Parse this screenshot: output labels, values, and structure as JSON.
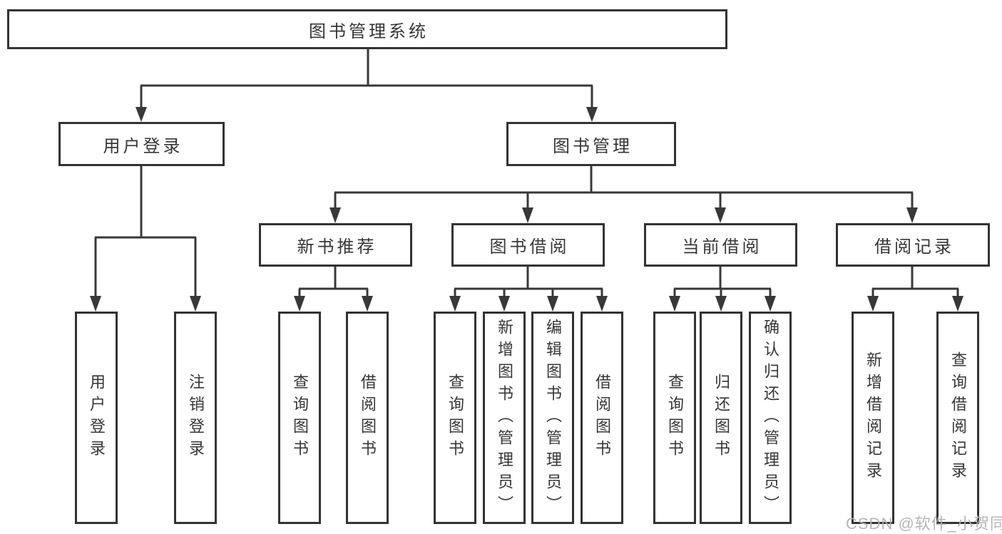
{
  "tree": {
    "label": "图书管理系统",
    "children": [
      {
        "label": "用户登录",
        "children": [
          {
            "label": "用户登录"
          },
          {
            "label": "注销登录"
          }
        ]
      },
      {
        "label": "图书管理",
        "children": [
          {
            "label": "新书推荐",
            "children": [
              {
                "label": "查询图书"
              },
              {
                "label": "借阅图书"
              }
            ]
          },
          {
            "label": "图书借阅",
            "children": [
              {
                "label": "查询图书"
              },
              {
                "label": "新增图书（管理员）"
              },
              {
                "label": "编辑图书（管理员）"
              },
              {
                "label": "借阅图书"
              }
            ]
          },
          {
            "label": "当前借阅",
            "children": [
              {
                "label": "查询图书"
              },
              {
                "label": "归还图书"
              },
              {
                "label": "确认归还（管理员）"
              }
            ]
          },
          {
            "label": "借阅记录",
            "children": [
              {
                "label": "新增借阅记录"
              },
              {
                "label": "查询借阅记录"
              }
            ]
          }
        ]
      }
    ]
  },
  "watermark": {
    "text": "CSDN @软件_小贺同学"
  },
  "colors": {
    "line": "#383838",
    "box_border": "#333333",
    "text": "#363636",
    "watermark": "#b2b2b2",
    "background": "#ffffff"
  }
}
